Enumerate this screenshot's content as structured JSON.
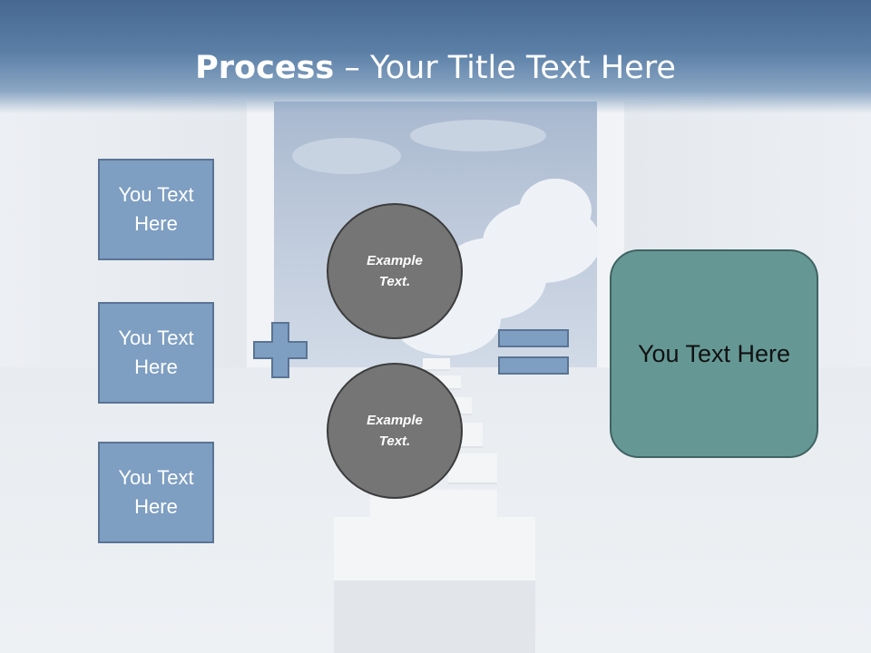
{
  "title": {
    "bold": "Process",
    "rest": " – Your Title Text Here"
  },
  "boxes": [
    {
      "text": "You Text Here"
    },
    {
      "text": "You Text Here"
    },
    {
      "text": "You Text Here"
    }
  ],
  "circles": [
    {
      "text": "Example Text."
    },
    {
      "text": "Example Text."
    }
  ],
  "result": {
    "text": "You Text Here"
  },
  "colors": {
    "header": "#466891",
    "box_fill": "#7e9ec2",
    "circle_fill": "#757575",
    "result_fill": "#659895"
  }
}
